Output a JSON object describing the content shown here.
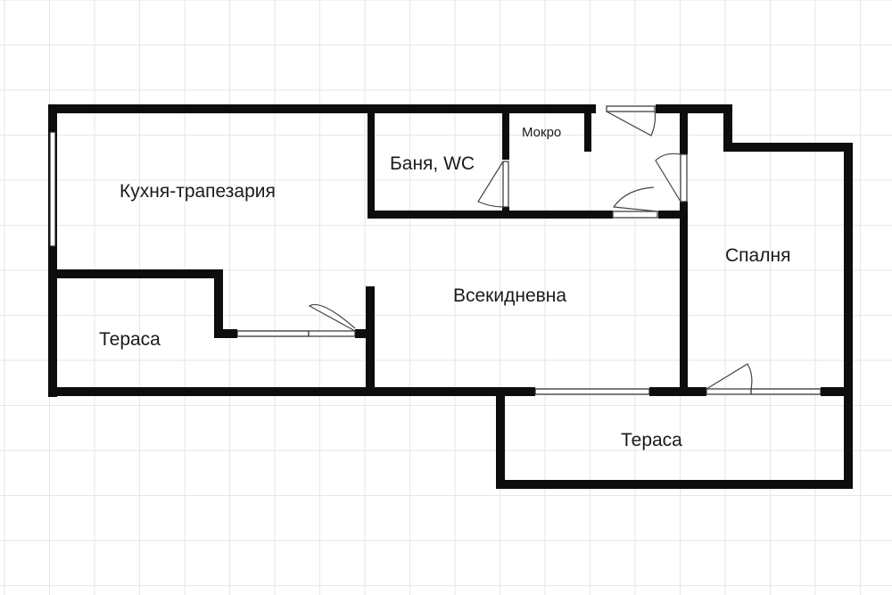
{
  "plan": {
    "rooms": {
      "kitchen": "Кухня-трапезария",
      "bathroom": "Баня, WC",
      "wet": "Мокро",
      "living": "Всекидневна",
      "bedroom": "Спалня",
      "terrace_left": "Тераса",
      "terrace_bottom": "Тераса"
    },
    "colors": {
      "wall": "#0d0d0d",
      "grid": "#e6e6e6",
      "background": "#ffffff"
    }
  }
}
